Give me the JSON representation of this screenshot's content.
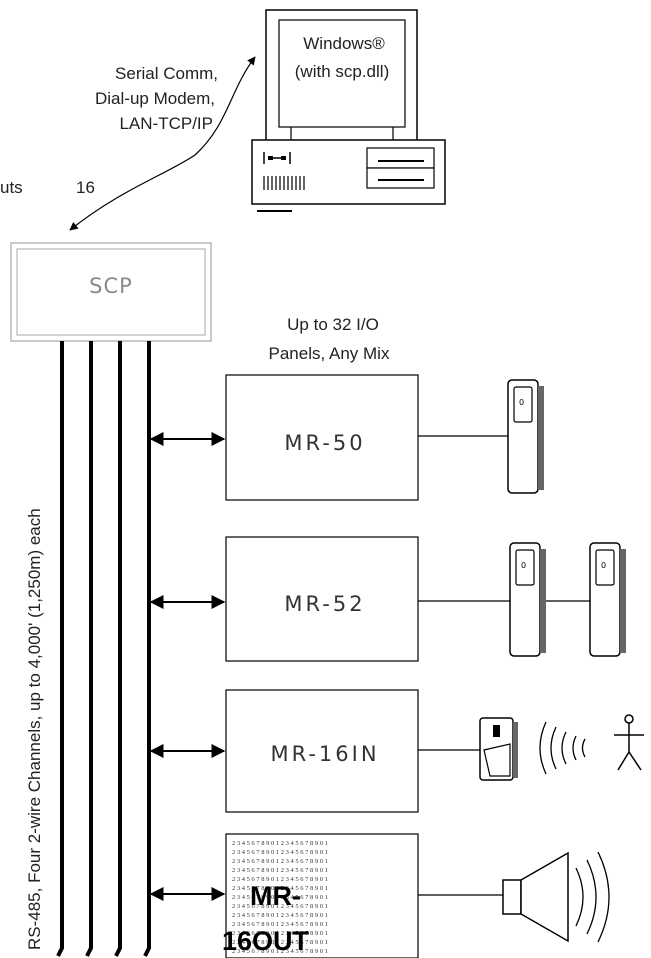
{
  "labels": {
    "windows": "Windows®",
    "scp_dll": "(with scp.dll)",
    "comm_line1": "Serial Comm,",
    "comm_line2": "Dial-up Modem,",
    "comm_line3": "LAN-TCP/IP",
    "clipped_left": "uts",
    "count_16": "16",
    "scp": "SCP",
    "io_line1": "Up to 32 I/O",
    "io_line2": "Panels, Any Mix",
    "rs485": "RS-485, Four 2-wire Channels, up to 4,000' (1,250m) each"
  },
  "panels": [
    {
      "label": "MR-50"
    },
    {
      "label": "MR-52"
    },
    {
      "label": "MR-16IN"
    },
    {
      "label_line1": "MR-",
      "label_line2": "16OUT"
    }
  ],
  "digit_row": "2 3 4 5 6 7 8 9 0 1 2 3 4 5 6 7 8 9 0 1"
}
